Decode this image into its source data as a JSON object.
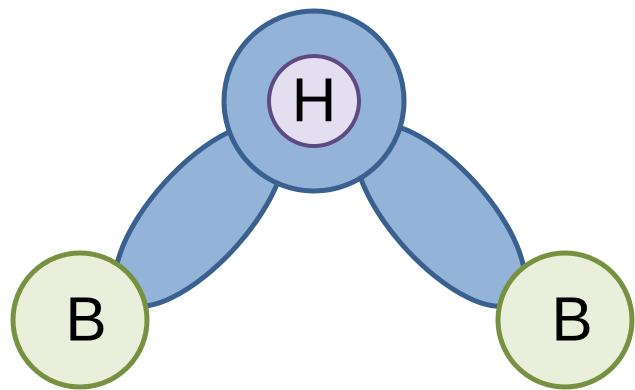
{
  "diagram": {
    "center_atom": {
      "label": "H"
    },
    "left_atom": {
      "label": "B"
    },
    "right_atom": {
      "label": "B"
    }
  },
  "colors": {
    "lobe_fill": "#94b3d8",
    "lobe_stroke": "#3a6090",
    "center_outer_fill": "#94b3d8",
    "center_outer_stroke": "#3a6090",
    "center_inner_fill": "#e4dff0",
    "center_inner_stroke": "#5e4a82",
    "boron_fill": "#eaefdc",
    "boron_stroke": "#76913f",
    "text": "#000000"
  }
}
